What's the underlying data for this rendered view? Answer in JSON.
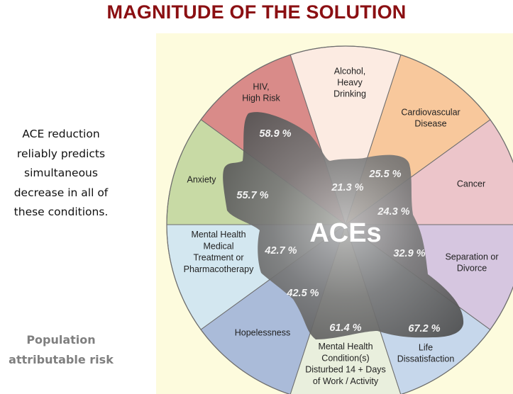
{
  "title": "MAGNITUDE OF THE SOLUTION",
  "left_text": [
    "ACE reduction",
    "reliably predicts",
    "simultaneous",
    "decrease in all of",
    "these conditions."
  ],
  "footer_note": [
    "Population",
    "attributable risk"
  ],
  "chart_data": {
    "type": "pie",
    "center_label": "ACEs",
    "unit": "%",
    "slices": [
      {
        "label": [
          "Cancer"
        ],
        "value": 24.3,
        "color": "#ecc5ca"
      },
      {
        "label": [
          "Cardiovascular",
          "Disease"
        ],
        "value": 25.5,
        "color": "#f8c89c"
      },
      {
        "label": [
          "Alcohol,",
          "Heavy",
          "Drinking"
        ],
        "value": 21.3,
        "color": "#fcebe2"
      },
      {
        "label": [
          "HIV,",
          "High Risk"
        ],
        "value": 58.9,
        "color": "#d98b89"
      },
      {
        "label": [
          "Anxiety"
        ],
        "value": 55.7,
        "color": "#c8daa5"
      },
      {
        "label": [
          "Mental Health",
          "Medical",
          "Treatment or",
          "Pharmacotherapy"
        ],
        "value": 42.7,
        "color": "#d3e7f0"
      },
      {
        "label": [
          "Hopelessness"
        ],
        "value": 42.5,
        "color": "#aabbd9"
      },
      {
        "label": [
          "Mental Health",
          "Condition(s)",
          "Disturbed 14 + Days",
          "of Work / Activity"
        ],
        "value": 61.4,
        "color": "#e9efdd"
      },
      {
        "label": [
          "Life",
          "Dissatisfaction"
        ],
        "value": 67.2,
        "color": "#c6d7eb"
      },
      {
        "label": [
          "Separation or",
          "Divorce"
        ],
        "value": 32.9,
        "color": "#d6c6e0"
      }
    ]
  }
}
